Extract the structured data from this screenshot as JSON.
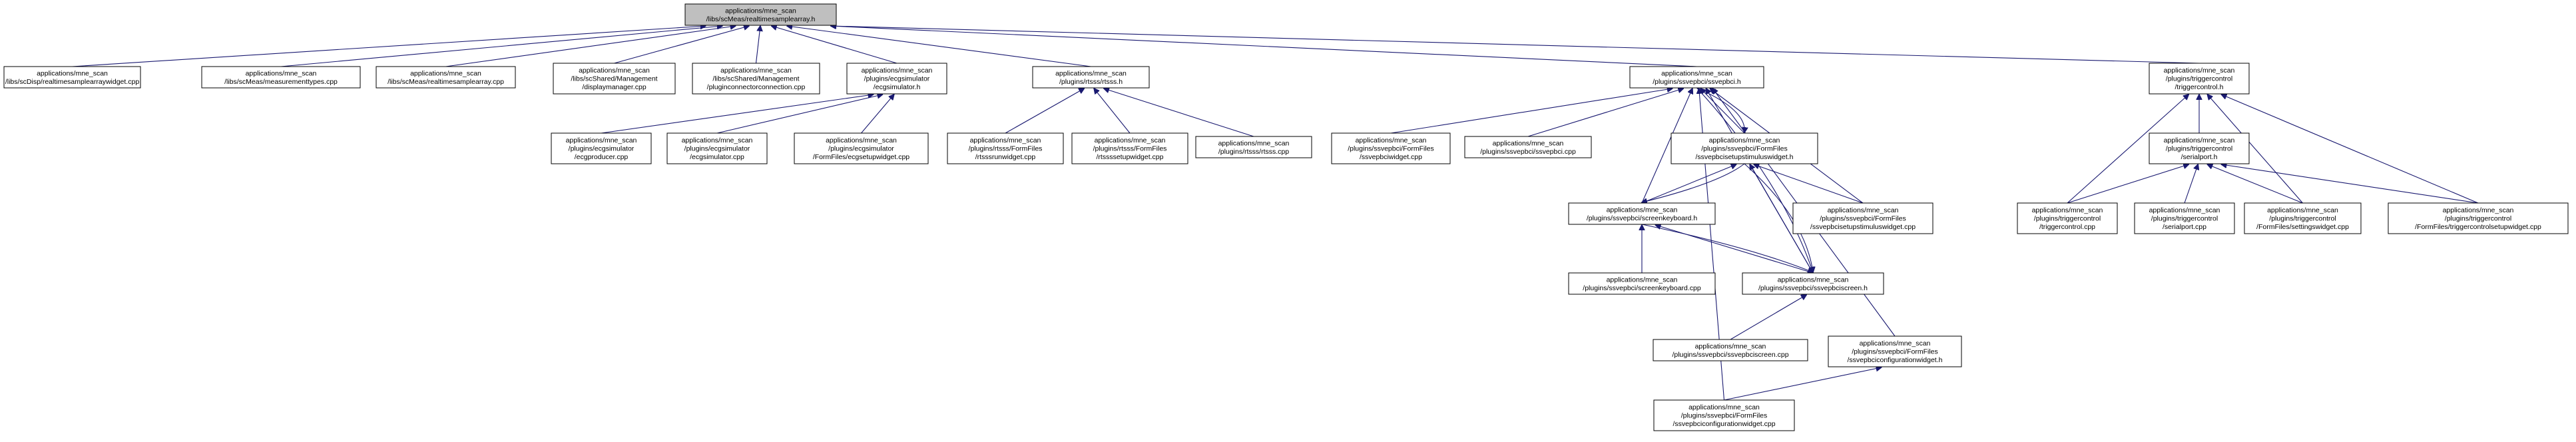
{
  "colors": {
    "edge": "#191970",
    "root_fill": "#bfbfbf",
    "node_fill": "#ffffff",
    "node_border": "#000000"
  },
  "nodes": [
    {
      "id": "root",
      "lines": [
        "applications/mne_scan",
        "/libs/scMeas/realtimesamplearray.h"
      ]
    },
    {
      "id": "n1",
      "lines": [
        "applications/mne_scan",
        "/libs/scDisp/realtimesamplearraywidget.cpp"
      ]
    },
    {
      "id": "n2",
      "lines": [
        "applications/mne_scan",
        "/libs/scMeas/measurementtypes.cpp"
      ]
    },
    {
      "id": "n3",
      "lines": [
        "applications/mne_scan",
        "/libs/scMeas/realtimesamplearray.cpp"
      ]
    },
    {
      "id": "n4",
      "lines": [
        "applications/mne_scan",
        "/libs/scShared/Management",
        "/displaymanager.cpp"
      ]
    },
    {
      "id": "n5",
      "lines": [
        "applications/mne_scan",
        "/libs/scShared/Management",
        "/pluginconnectorconnection.cpp"
      ]
    },
    {
      "id": "ecgh",
      "lines": [
        "applications/mne_scan",
        "/plugins/ecgsimulator",
        "/ecgsimulator.h"
      ]
    },
    {
      "id": "rtssh",
      "lines": [
        "applications/mne_scan",
        "/plugins/rtsss/rtsss.h"
      ]
    },
    {
      "id": "ssvh",
      "lines": [
        "applications/mne_scan",
        "/plugins/ssvepbci/ssvepbci.h"
      ]
    },
    {
      "id": "trigh",
      "lines": [
        "applications/mne_scan",
        "/plugins/triggercontrol",
        "/triggercontrol.h"
      ]
    },
    {
      "id": "ecgprod",
      "lines": [
        "applications/mne_scan",
        "/plugins/ecgsimulator",
        "/ecgproducer.cpp"
      ]
    },
    {
      "id": "ecgcpp",
      "lines": [
        "applications/mne_scan",
        "/plugins/ecgsimulator",
        "/ecgsimulator.cpp"
      ]
    },
    {
      "id": "ecgsetup",
      "lines": [
        "applications/mne_scan",
        "/plugins/ecgsimulator",
        "/FormFiles/ecgsetupwidget.cpp"
      ]
    },
    {
      "id": "rtssrun",
      "lines": [
        "applications/mne_scan",
        "/plugins/rtsss/FormFiles",
        "/rtsssrunwidget.cpp"
      ]
    },
    {
      "id": "rtsssetup",
      "lines": [
        "applications/mne_scan",
        "/plugins/rtsss/FormFiles",
        "/rtssssetupwidget.cpp"
      ]
    },
    {
      "id": "rtsscpp",
      "lines": [
        "applications/mne_scan",
        "/plugins/rtsss/rtsss.cpp"
      ]
    },
    {
      "id": "ssvwidget",
      "lines": [
        "applications/mne_scan",
        "/plugins/ssvepbci/FormFiles",
        "/ssvepbciwidget.cpp"
      ]
    },
    {
      "id": "ssvcpp",
      "lines": [
        "applications/mne_scan",
        "/plugins/ssvepbci/ssvepbci.cpp"
      ]
    },
    {
      "id": "stimh",
      "lines": [
        "applications/mne_scan",
        "/plugins/ssvepbci/FormFiles",
        "/ssvepbcisetupstimuluswidget.h"
      ]
    },
    {
      "id": "stimcpp",
      "lines": [
        "applications/mne_scan",
        "/plugins/ssvepbci/FormFiles",
        "/ssvepbcisetupstimuluswidget.cpp"
      ]
    },
    {
      "id": "kbh",
      "lines": [
        "applications/mne_scan",
        "/plugins/ssvepbci/screenkeyboard.h"
      ]
    },
    {
      "id": "kbcpp",
      "lines": [
        "applications/mne_scan",
        "/plugins/ssvepbci/screenkeyboard.cpp"
      ]
    },
    {
      "id": "scrh",
      "lines": [
        "applications/mne_scan",
        "/plugins/ssvepbci/ssvepbciscreen.h"
      ]
    },
    {
      "id": "scrcpp",
      "lines": [
        "applications/mne_scan",
        "/plugins/ssvepbci/ssvepbciscreen.cpp"
      ]
    },
    {
      "id": "cfgh",
      "lines": [
        "applications/mne_scan",
        "/plugins/ssvepbci/FormFiles",
        "/ssvepbciconfigurationwidget.h"
      ]
    },
    {
      "id": "cfgcpp",
      "lines": [
        "applications/mne_scan",
        "/plugins/ssvepbci/FormFiles",
        "/ssvepbciconfigurationwidget.cpp"
      ]
    },
    {
      "id": "serh",
      "lines": [
        "applications/mne_scan",
        "/plugins/triggercontrol",
        "/serialport.h"
      ]
    },
    {
      "id": "trigcpp",
      "lines": [
        "applications/mne_scan",
        "/plugins/triggercontrol",
        "/triggercontrol.cpp"
      ]
    },
    {
      "id": "sercpp",
      "lines": [
        "applications/mne_scan",
        "/plugins/triggercontrol",
        "/serialport.cpp"
      ]
    },
    {
      "id": "settw",
      "lines": [
        "applications/mne_scan",
        "/plugins/triggercontrol",
        "/FormFiles/settingswidget.cpp"
      ]
    },
    {
      "id": "trigsetw",
      "lines": [
        "applications/mne_scan",
        "/plugins/triggercontrol",
        "/FormFiles/triggercontrolsetupwidget.cpp"
      ]
    }
  ],
  "edges": [
    [
      "n1",
      "root"
    ],
    [
      "n2",
      "root"
    ],
    [
      "n3",
      "root"
    ],
    [
      "n4",
      "root"
    ],
    [
      "n5",
      "root"
    ],
    [
      "ecgh",
      "root"
    ],
    [
      "rtssh",
      "root"
    ],
    [
      "ssvh",
      "root"
    ],
    [
      "trigh",
      "root"
    ],
    [
      "ecgprod",
      "ecgh"
    ],
    [
      "ecgcpp",
      "ecgh"
    ],
    [
      "ecgsetup",
      "ecgh"
    ],
    [
      "rtssrun",
      "rtssh"
    ],
    [
      "rtsssetup",
      "rtssh"
    ],
    [
      "rtsscpp",
      "rtssh"
    ],
    [
      "ssvwidget",
      "ssvh"
    ],
    [
      "ssvcpp",
      "ssvh"
    ],
    [
      "stimh",
      "ssvh"
    ],
    [
      "stimcpp",
      "ssvh"
    ],
    [
      "kbh",
      "ssvh"
    ],
    [
      "scrh",
      "ssvh"
    ],
    [
      "cfgh",
      "ssvh"
    ],
    [
      "cfgcpp",
      "ssvh"
    ],
    [
      "ssvh",
      "stimh"
    ],
    [
      "kbh",
      "stimh"
    ],
    [
      "scrh",
      "stimh"
    ],
    [
      "stimcpp",
      "stimh"
    ],
    [
      "stimh",
      "kbh"
    ],
    [
      "scrh",
      "kbh"
    ],
    [
      "kbcpp",
      "kbh"
    ],
    [
      "kbh",
      "scrh"
    ],
    [
      "stimh",
      "scrh"
    ],
    [
      "ssvh",
      "scrh"
    ],
    [
      "scrcpp",
      "scrh"
    ],
    [
      "cfgcpp",
      "cfgh"
    ],
    [
      "serh",
      "trigh"
    ],
    [
      "trigcpp",
      "trigh"
    ],
    [
      "settw",
      "trigh"
    ],
    [
      "trigsetw",
      "trigh"
    ],
    [
      "trigcpp",
      "serh"
    ],
    [
      "sercpp",
      "serh"
    ],
    [
      "settw",
      "serh"
    ],
    [
      "trigsetw",
      "serh"
    ]
  ]
}
